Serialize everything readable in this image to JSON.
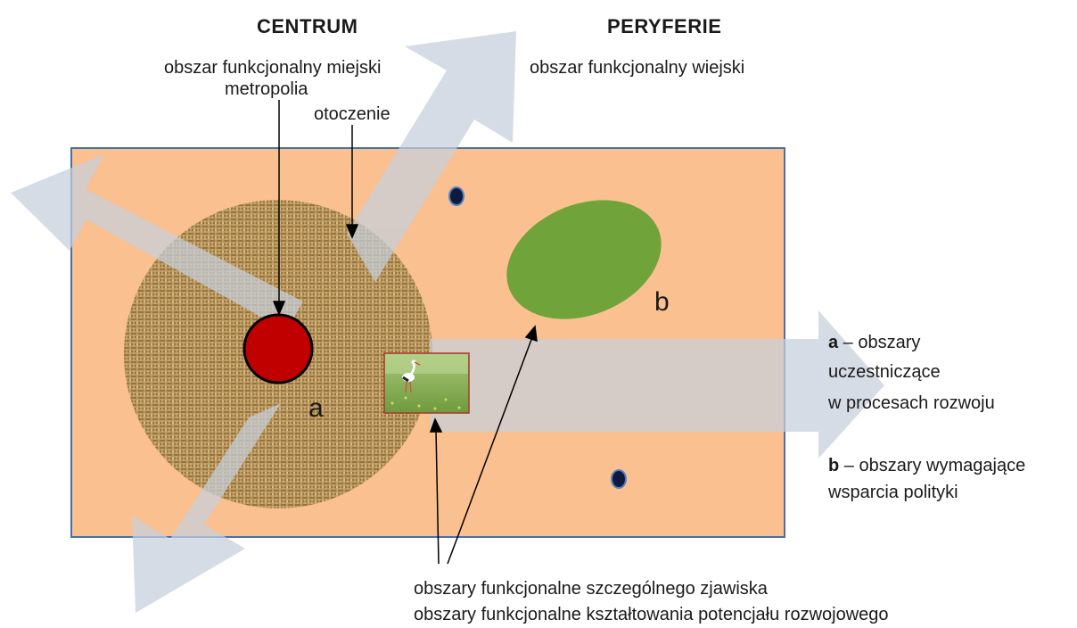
{
  "headings": {
    "centrum": "CENTRUM",
    "peryferie": "PERYFERIE"
  },
  "labels": {
    "urban_area": "obszar funkcjonalny miejski",
    "metropolis": "metropolia",
    "surroundings": "otoczenie",
    "rural_area": "obszar funkcjonalny wiejski",
    "marker_a": "a",
    "marker_b": "b",
    "special_phenomenon": "obszary funkcjonalne szczególnego zjawiska",
    "development_potential": "obszary funkcjonalne kształtowania potencjału rozwojowego"
  },
  "legend": {
    "a_key": "a",
    "a_line1": " – obszary",
    "a_line2": "uczestniczące",
    "a_line3": "w procesach rozwoju",
    "b_key": "b",
    "b_line1": " – obszary wymagające",
    "b_line2": "wsparcia polityki"
  },
  "colors": {
    "region_fill": "#fac090",
    "region_border": "#4a6fa5",
    "arrow": "#c6cfdc",
    "metropolis": "#c00000",
    "green_area": "#70a33a",
    "dot": "#0d1b3e",
    "texture_base": "#b8945a"
  },
  "icons": {
    "photo": "stork-meadow-photo"
  }
}
